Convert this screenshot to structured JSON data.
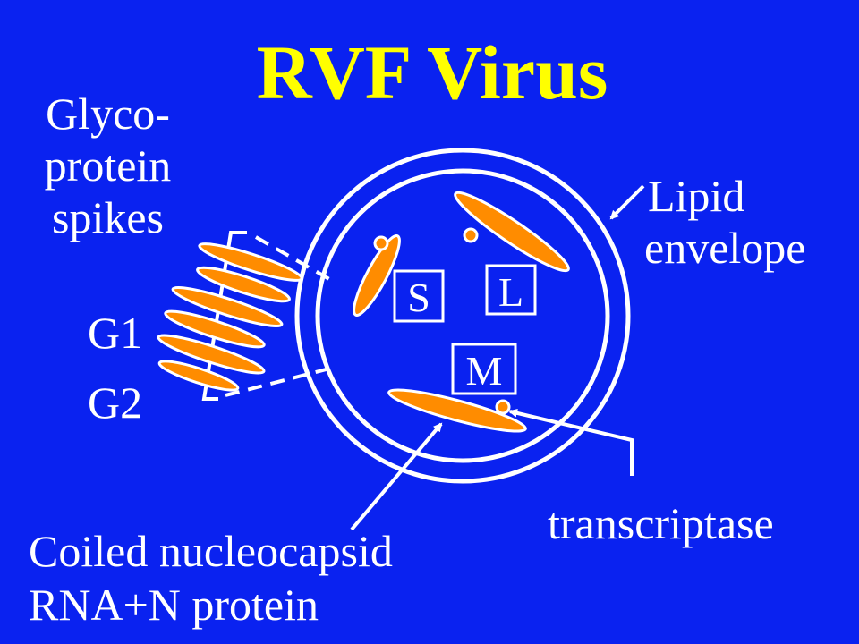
{
  "title": "RVF Virus",
  "labels": {
    "glycoprotein": [
      "Glyco-",
      "protein",
      "spikes"
    ],
    "lipid_envelope": [
      "Lipid",
      "envelope"
    ],
    "g1": "G1",
    "g2": "G2",
    "transcriptase": "transcriptase",
    "nucleocapsid": [
      "Coiled nucleocapsid",
      "RNA+N protein"
    ]
  },
  "segments": {
    "s": "S",
    "l": "L",
    "m": "M"
  },
  "colors": {
    "background": "#0a22f0",
    "title": "#ffff00",
    "line": "#ffffff",
    "nucleocapsid_fill": "#ff8c00"
  }
}
